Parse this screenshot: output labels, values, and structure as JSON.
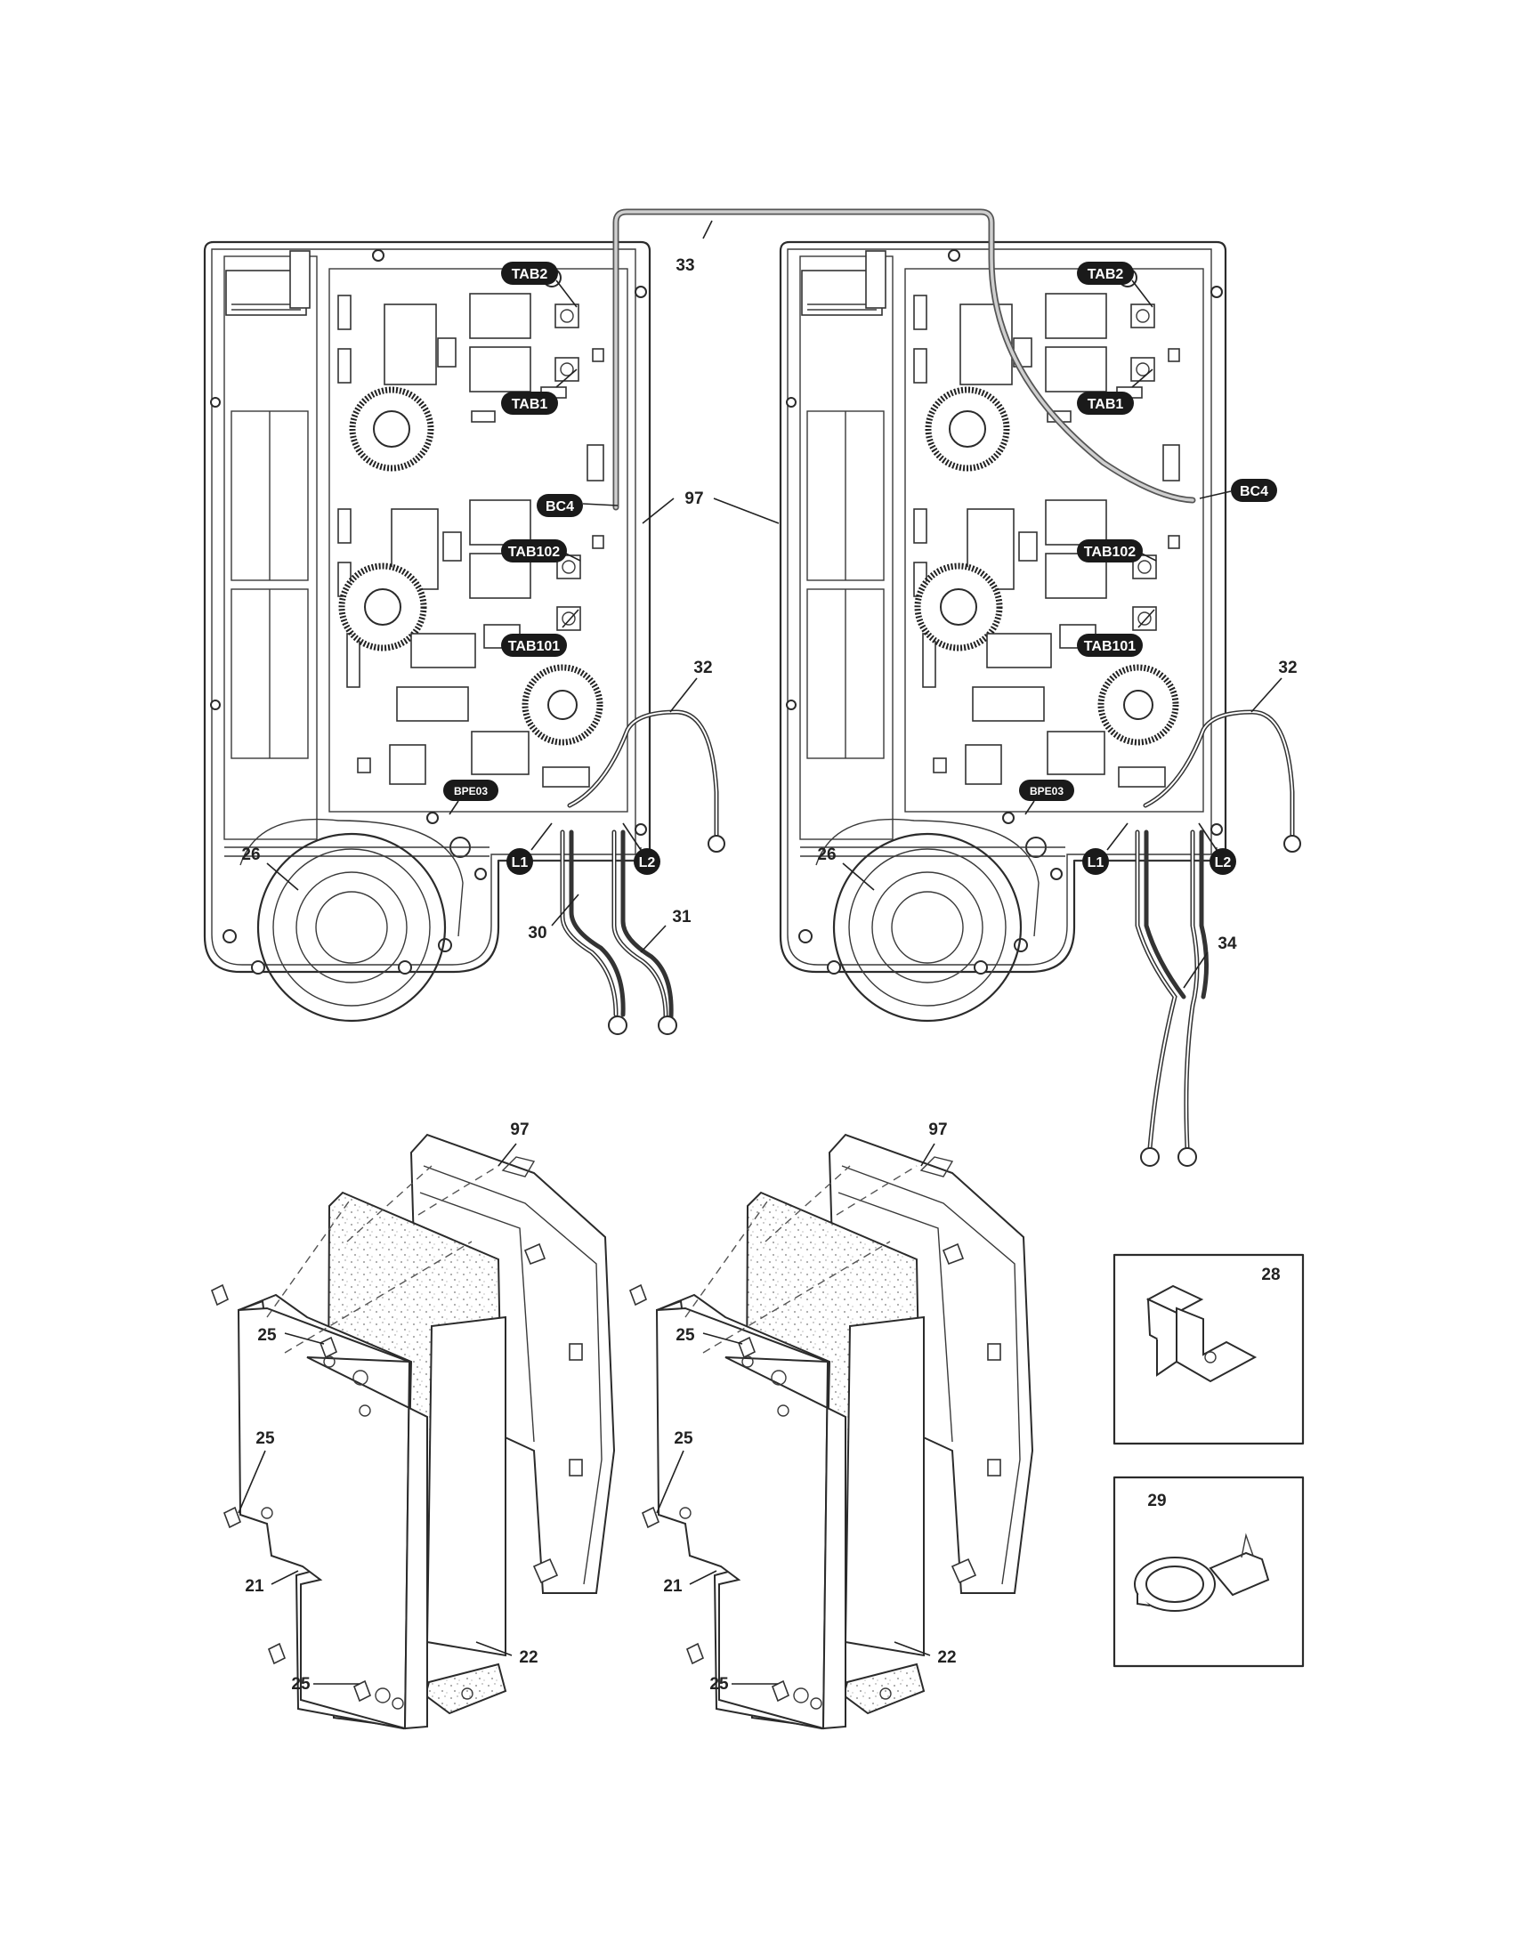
{
  "labels": {
    "n33": "33",
    "n97_top": "97",
    "n32_left": "32",
    "n32_right": "32",
    "n26_left": "26",
    "n26_right": "26",
    "n30": "30",
    "n31": "31",
    "n34": "34",
    "n97_bl": "97",
    "n97_br": "97",
    "n25_l1": "25",
    "n25_l2": "25",
    "n25_l3": "25",
    "n25_r1": "25",
    "n25_r2": "25",
    "n25_r3": "25",
    "n21_l": "21",
    "n21_r": "21",
    "n22_l": "22",
    "n22_r": "22",
    "n28": "28",
    "n29": "29"
  },
  "tags": {
    "tab2": "TAB2",
    "tab1": "TAB1",
    "bc4": "BC4",
    "tab102": "TAB102",
    "tab101": "TAB101",
    "bpe03": "BPE03",
    "l1": "L1",
    "l2": "L2"
  }
}
